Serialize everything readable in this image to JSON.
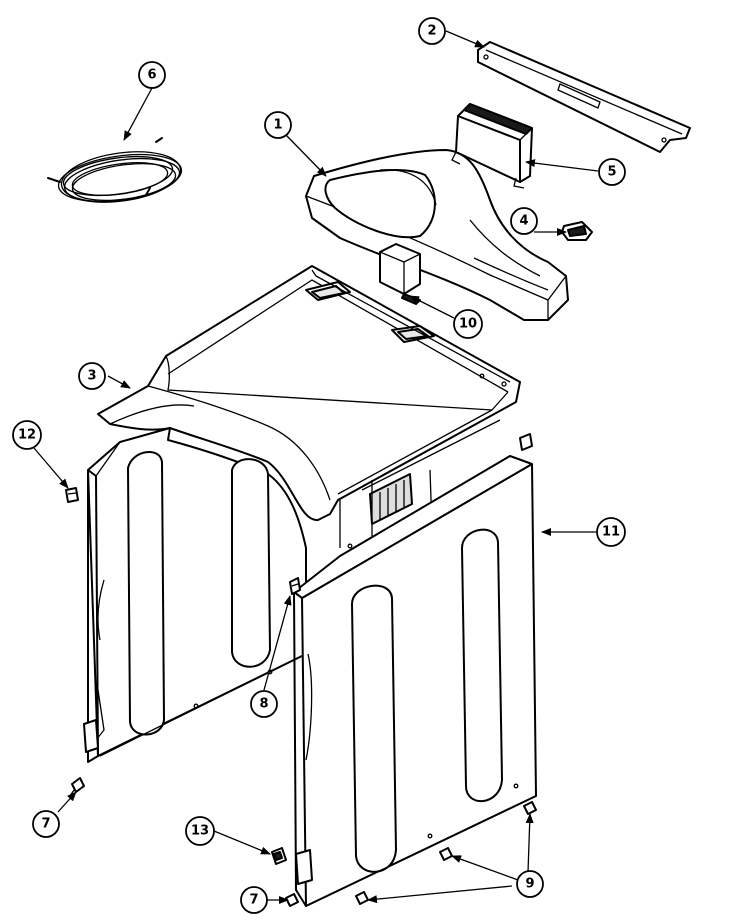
{
  "callouts": {
    "c1": "1",
    "c2": "2",
    "c3": "3",
    "c4": "4",
    "c5": "5",
    "c6": "6",
    "c7a": "7",
    "c7b": "7",
    "c8": "8",
    "c9": "9",
    "c10": "10",
    "c11": "11",
    "c12": "12",
    "c13": "13"
  }
}
